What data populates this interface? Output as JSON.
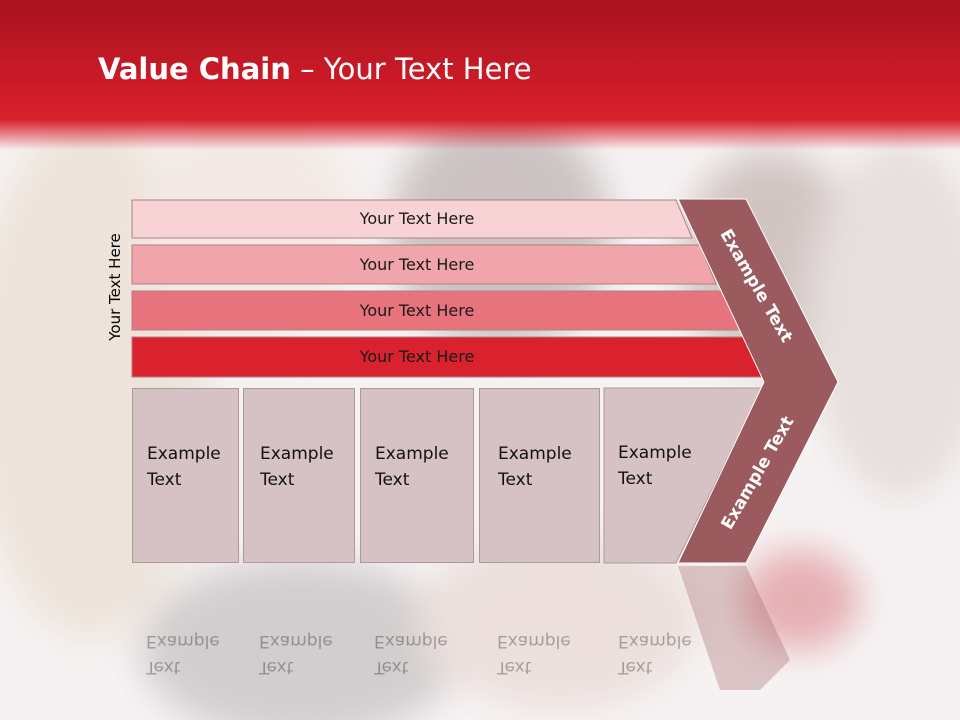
{
  "title": {
    "bold": "Value Chain",
    "rest": " – Your Text Here"
  },
  "side_label": "Your Text Here",
  "bars": [
    {
      "label": "Your Text Here",
      "color": "#f7d3d6"
    },
    {
      "label": "Your Text Here",
      "color": "#f0a5ab"
    },
    {
      "label": "Your Text Here",
      "color": "#e7737c"
    },
    {
      "label": "Your Text Here",
      "color": "#d9222e"
    }
  ],
  "columns": [
    {
      "line1": "Example",
      "line2": "Text"
    },
    {
      "line1": "Example",
      "line2": "Text"
    },
    {
      "line1": "Example",
      "line2": "Text"
    },
    {
      "line1": "Example",
      "line2": "Text"
    },
    {
      "line1": "Example",
      "line2": "Text"
    }
  ],
  "arrow": {
    "upper_label": "Example Text",
    "lower_label": "Example Text",
    "color": "#9a5a5e"
  },
  "colors": {
    "header": "#cc1b28",
    "column": "#d6c2c4"
  }
}
